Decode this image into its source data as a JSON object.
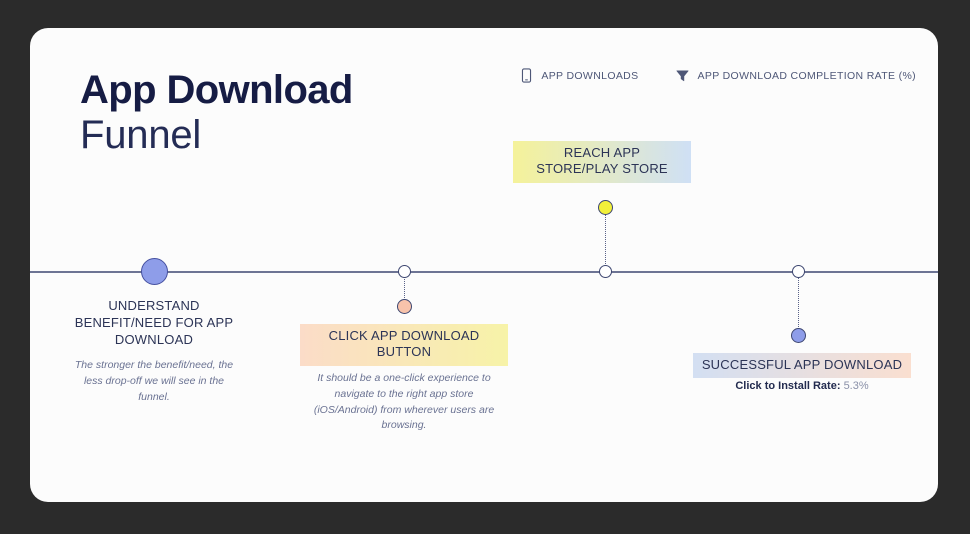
{
  "title": {
    "line1": "App Download",
    "line2": "Funnel"
  },
  "legend": {
    "items": [
      {
        "icon": "smartphone-icon",
        "label": "APP DOWNLOADS"
      },
      {
        "icon": "funnel-icon",
        "label": "APP DOWNLOAD COMPLETION RATE (%)"
      }
    ]
  },
  "chart_data": {
    "type": "timeline",
    "title": "App Download Funnel",
    "axis": {
      "orientation": "horizontal",
      "grid": false
    },
    "stages": [
      {
        "label": "UNDERSTAND BENEFIT/NEED FOR APP DOWNLOAD",
        "description": "The stronger the benefit/need, the less drop-off we will see in the funnel.",
        "metric_label": "",
        "metric_value": "",
        "node_color": "#8e9de9",
        "side": "below",
        "highlight": false
      },
      {
        "label": "CLICK APP DOWNLOAD BUTTON",
        "description": "It should be a one-click experience to navigate to the right app store (iOS/Android) from wherever users are browsing.",
        "metric_label": "",
        "metric_value": "",
        "node_color": "#f8c3ab",
        "side": "below",
        "highlight": true,
        "highlight_from": "#fbdcc8",
        "highlight_to": "#f7f3a8"
      },
      {
        "label": "REACH APP STORE/PLAY STORE",
        "description": "",
        "metric_label": "",
        "metric_value": "",
        "node_color": "#f2f03a",
        "side": "above",
        "highlight": true,
        "highlight_from": "#f5f29a",
        "highlight_to": "#cfe0f5"
      },
      {
        "label": "SUCCESSFUL APP DOWNLOAD",
        "description": "",
        "metric_label": "Click to Install Rate:",
        "metric_value": "5.3%",
        "node_color": "#8e9de9",
        "side": "below",
        "highlight": true,
        "highlight_from": "#d3dff2",
        "highlight_to": "#fadfd0"
      }
    ]
  },
  "colors": {
    "background": "#2b2b2b",
    "card": "#fcfcfc",
    "title": "#161c44",
    "axis": "#6d7494",
    "text": "#2c3456",
    "muted": "#6a7292"
  }
}
